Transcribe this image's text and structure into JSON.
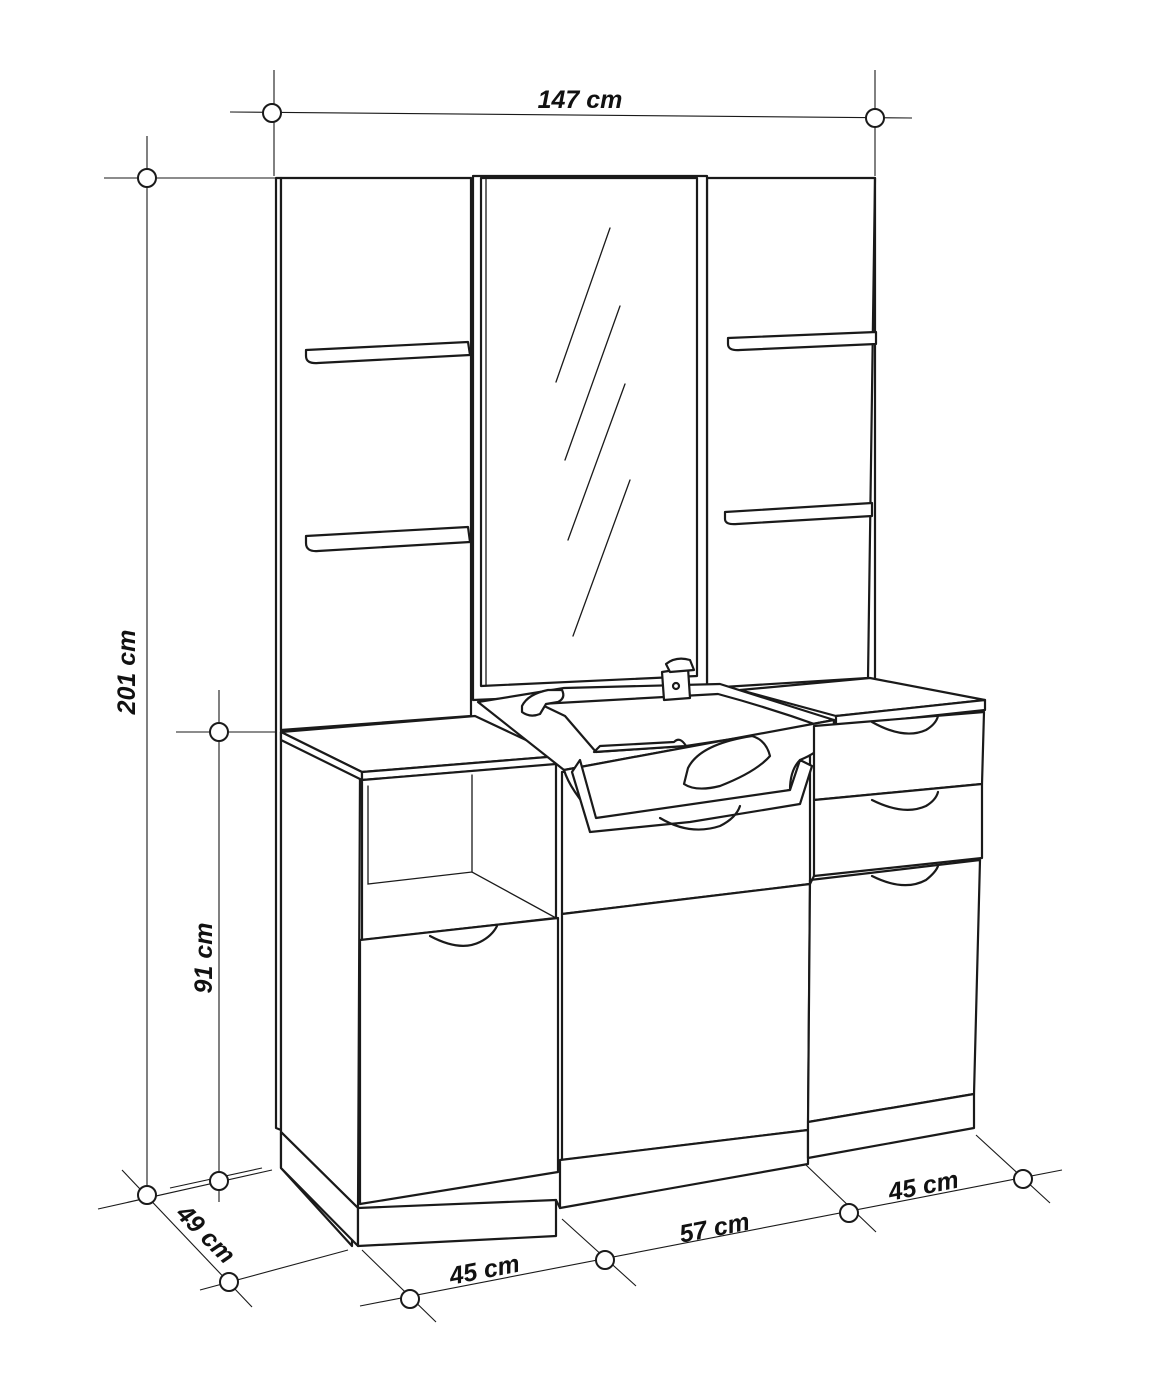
{
  "dimensions": {
    "total_width": "147 cm",
    "total_height": "201 cm",
    "counter_height": "91 cm",
    "depth": "49 cm",
    "left_cabinet_width": "45 cm",
    "center_cabinet_width": "57 cm",
    "right_cabinet_width": "45 cm"
  }
}
